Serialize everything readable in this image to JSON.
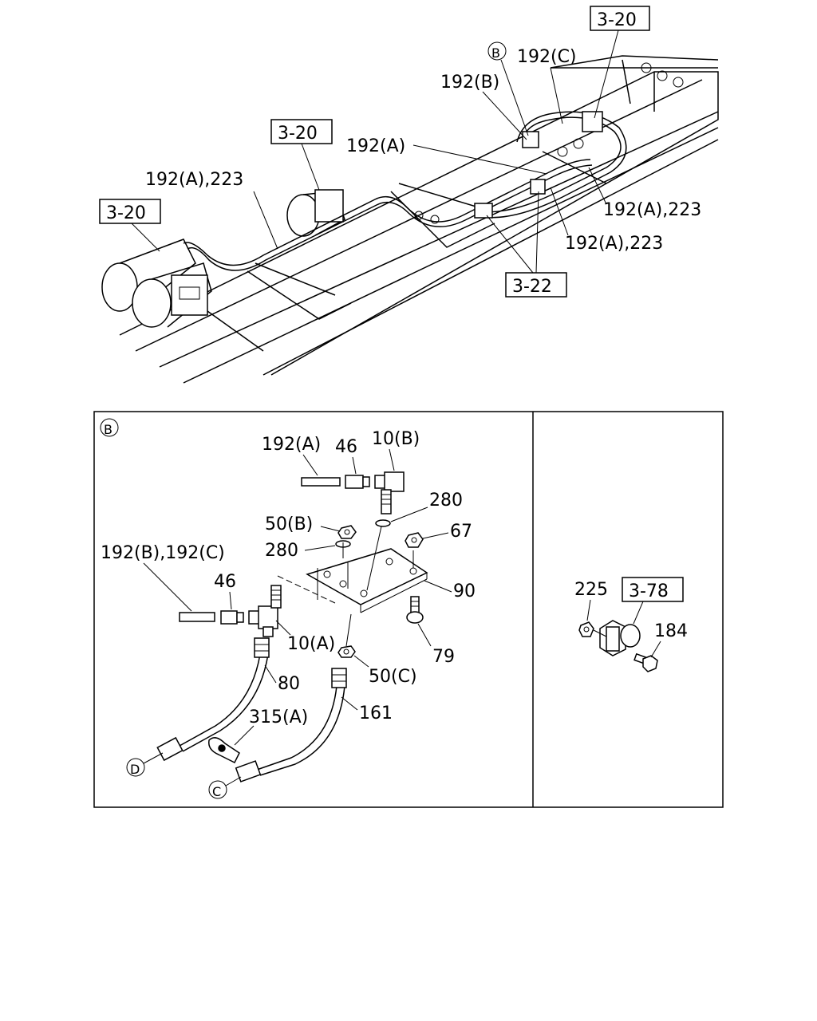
{
  "top_labels": {
    "ref_3_20_top": "3-20",
    "ref_3_20_mid": "3-20",
    "ref_3_20_left": "3-20",
    "ref_3_22": "3-22",
    "circle_b": "B",
    "l_192c": "192(C)",
    "l_192b": "192(B)",
    "l_192a": "192(A)",
    "l_192a_223_left": "192(A),223",
    "l_192a_223_right1": "192(A),223",
    "l_192a_223_right2": "192(A),223"
  },
  "detail_b": {
    "circle_b": "B",
    "l_192a": "192(A)",
    "l_46_top": "46",
    "l_10b": "10(B)",
    "l_280_right": "280",
    "l_50b": "50(B)",
    "l_67": "67",
    "l_280_left": "280",
    "l_192b_192c": "192(B),192(C)",
    "l_46_left": "46",
    "l_90": "90",
    "l_10a": "10(A)",
    "l_79": "79",
    "l_80": "80",
    "l_50c": "50(C)",
    "l_315a": "315(A)",
    "l_161": "161",
    "circle_d": "D",
    "circle_c": "C"
  },
  "detail_right": {
    "l_225": "225",
    "ref_3_78": "3-78",
    "l_184": "184"
  }
}
